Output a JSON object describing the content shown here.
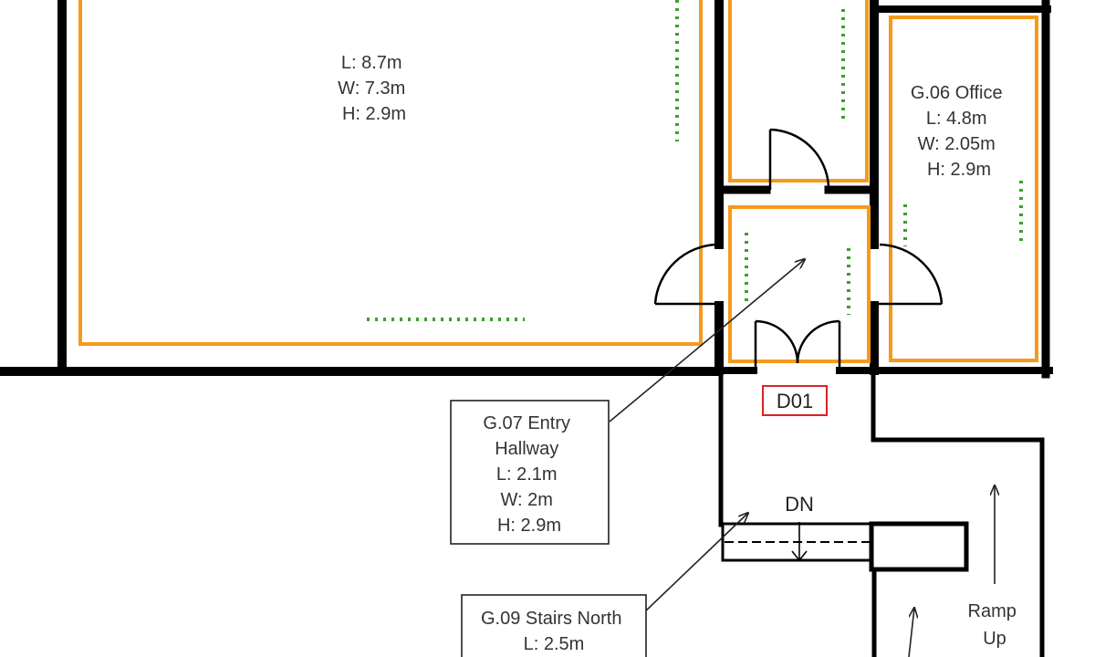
{
  "colors": {
    "wall": "#000000",
    "room_outline": "#f59a1a",
    "dotted_marker": "#3aa02a",
    "door_tag": "#e02020",
    "text": "#333333"
  },
  "rooms": {
    "large_room": {
      "lines": [
        "L: 8.7m",
        "W: 7.3m",
        "H: 2.9m"
      ]
    },
    "office": {
      "lines": [
        "G.06 Office",
        "L: 4.8m",
        "W: 2.05m",
        "H: 2.9m"
      ]
    },
    "entry_hallway": {
      "lines": [
        "G.07 Entry",
        "Hallway",
        "L: 2.1m",
        "W: 2m",
        "H: 2.9m"
      ]
    },
    "stairs_north": {
      "lines": [
        "G.09 Stairs North",
        "L: 2.5m"
      ]
    }
  },
  "door_tag": "D01",
  "stairs_direction": "DN",
  "ramp": {
    "lines": [
      "Ramp",
      "Up"
    ]
  }
}
